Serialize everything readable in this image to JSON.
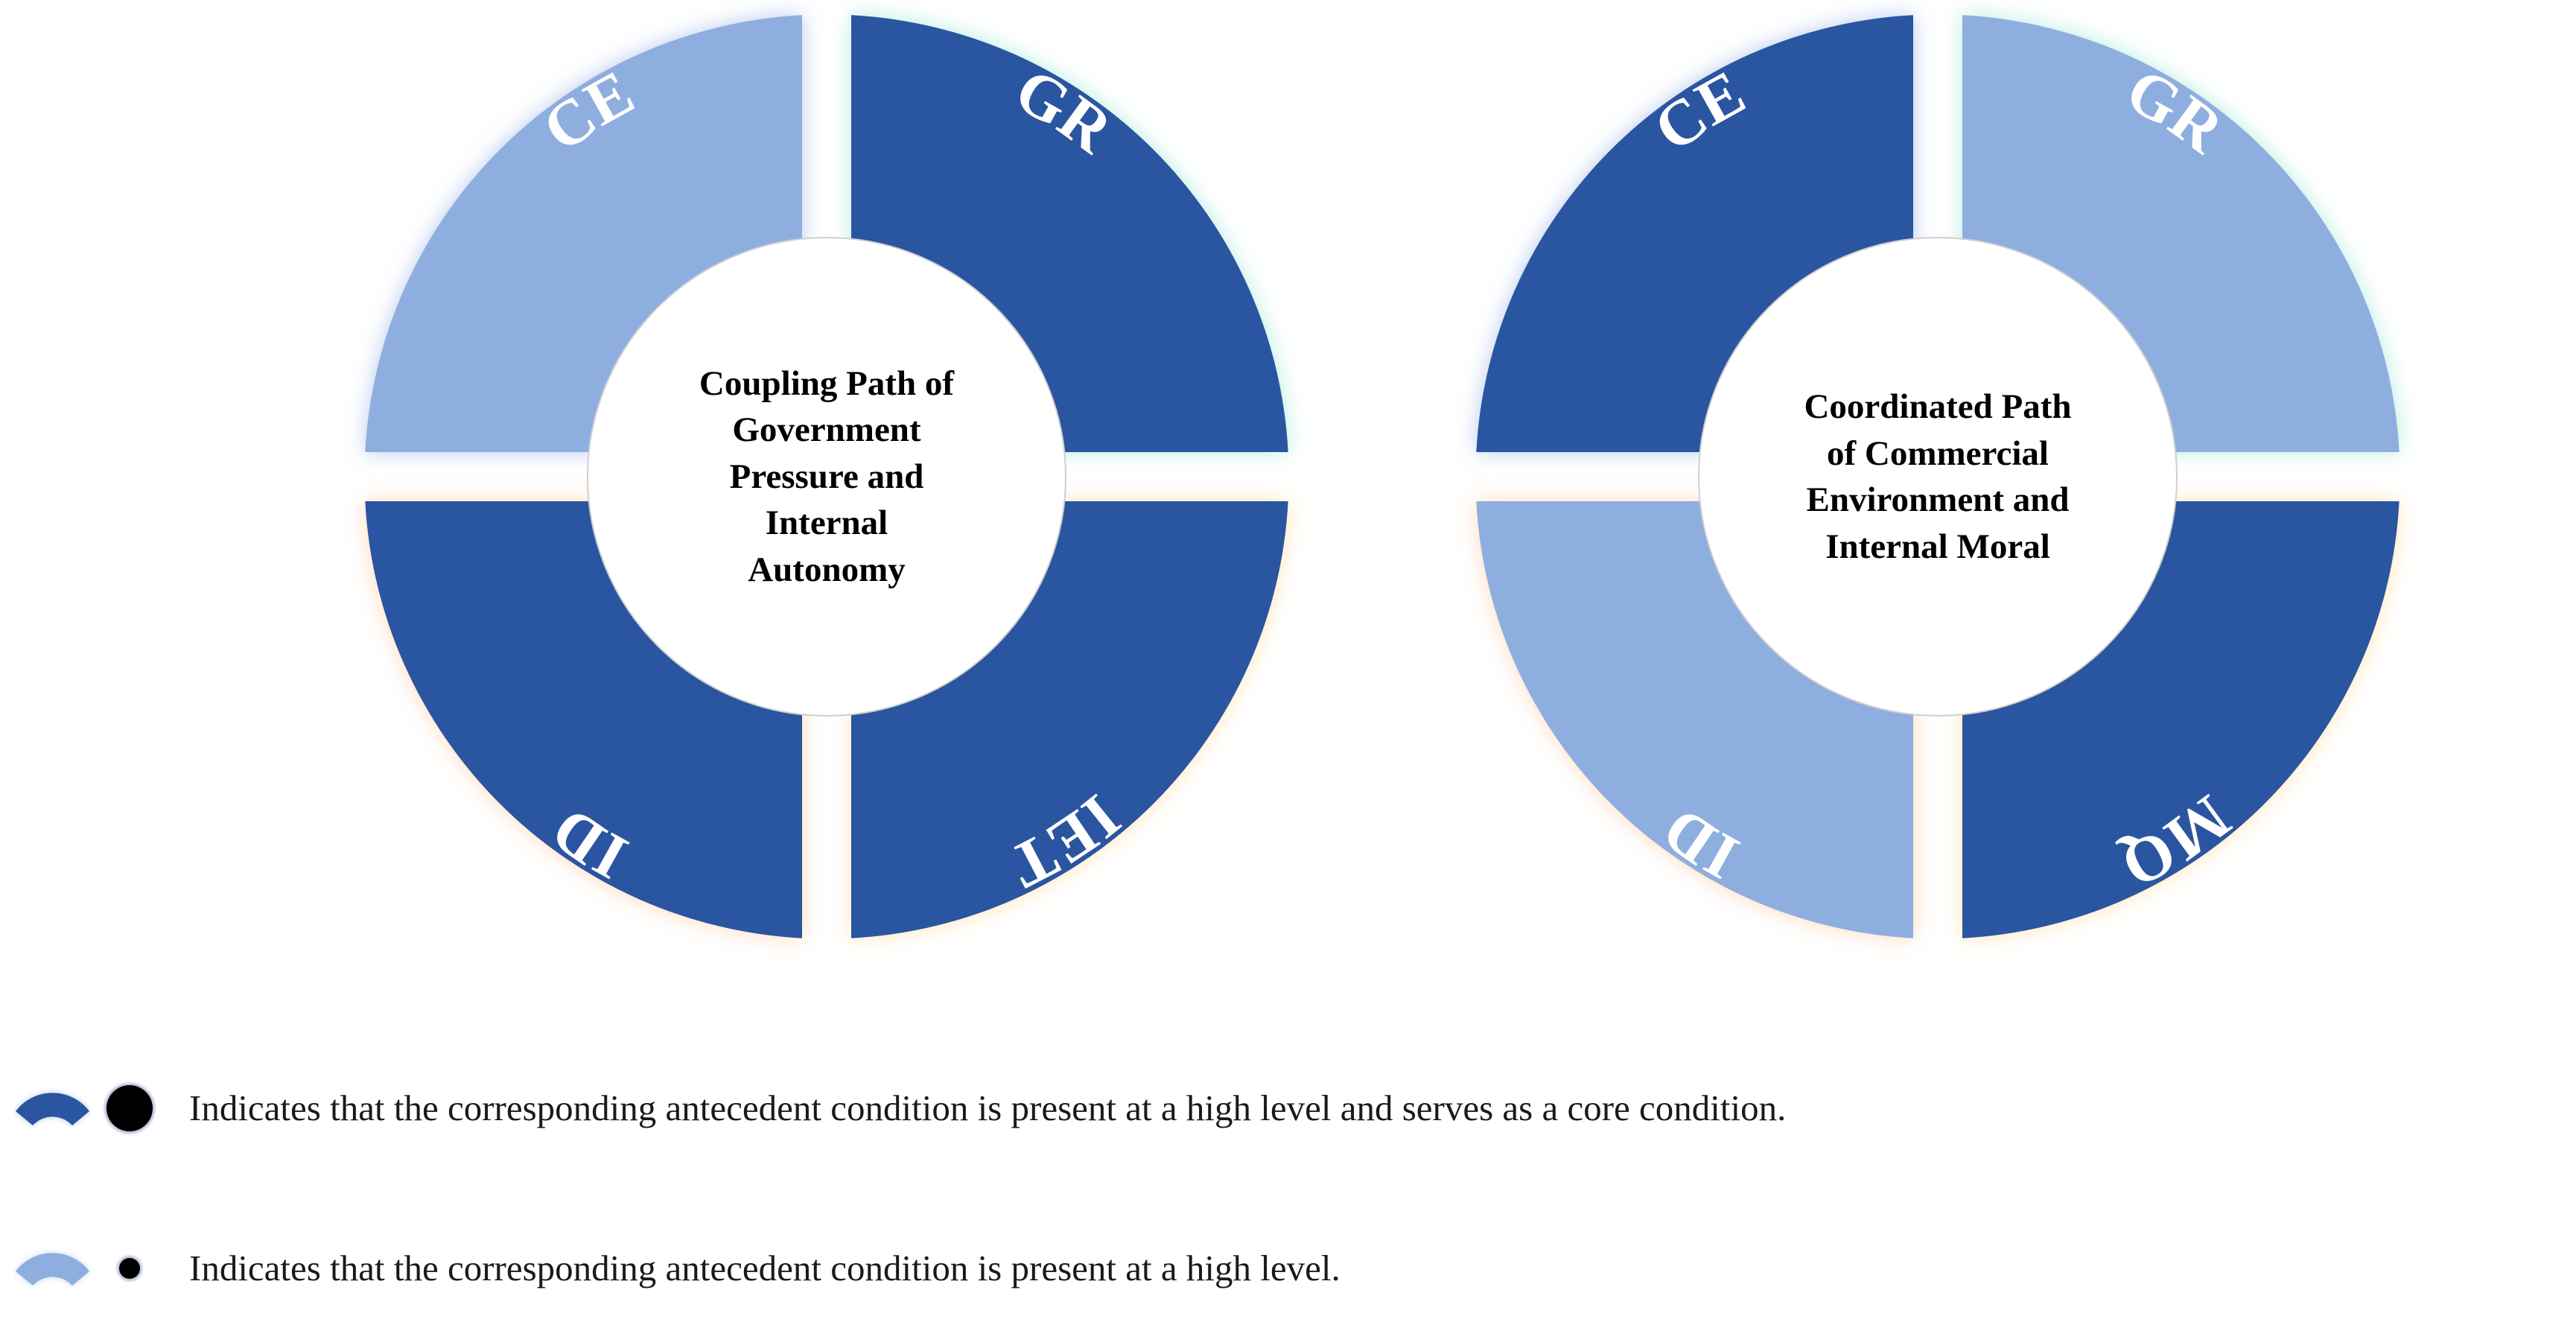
{
  "palette": {
    "core_dark_blue": "#2B55A0",
    "light_blue": "#8FAEE0",
    "center_text": "#000000",
    "center_ring": "#cfcfcf",
    "dot": "#000000",
    "background": "#ffffff"
  },
  "diagrams": [
    {
      "id": "coupling-path",
      "center_label": "Coupling Path of\nGovernment\nPressure and\nInternal\nAutonomy",
      "segments": [
        {
          "label": "CE",
          "position": "top-left",
          "level": "high",
          "color": "#8FAEE0"
        },
        {
          "label": "GR",
          "position": "top-right",
          "level": "high-core",
          "color": "#2B55A0"
        },
        {
          "label": "IET",
          "position": "bottom-right",
          "level": "high-core",
          "color": "#2B55A0"
        },
        {
          "label": "ID",
          "position": "bottom-left",
          "level": "high-core",
          "color": "#2B55A0"
        }
      ]
    },
    {
      "id": "coordinated-path",
      "center_label": "Coordinated Path\nof Commercial\nEnvironment and\nInternal Moral",
      "segments": [
        {
          "label": "CE",
          "position": "top-left",
          "level": "high-core",
          "color": "#2B55A0"
        },
        {
          "label": "GR",
          "position": "top-right",
          "level": "high",
          "color": "#8FAEE0"
        },
        {
          "label": "MQ",
          "position": "bottom-right",
          "level": "high-core",
          "color": "#2B55A0"
        },
        {
          "label": "ID",
          "position": "bottom-left",
          "level": "high",
          "color": "#8FAEE0"
        }
      ]
    }
  ],
  "legend": {
    "items": [
      {
        "swatch_color": "#2B55A0",
        "dot_size": "big",
        "text": "Indicates that the corresponding antecedent condition is present at a high level and serves as a core condition."
      },
      {
        "swatch_color": "#8FAEE0",
        "dot_size": "small",
        "text": "Indicates that the corresponding antecedent condition is present at a high level."
      }
    ]
  }
}
